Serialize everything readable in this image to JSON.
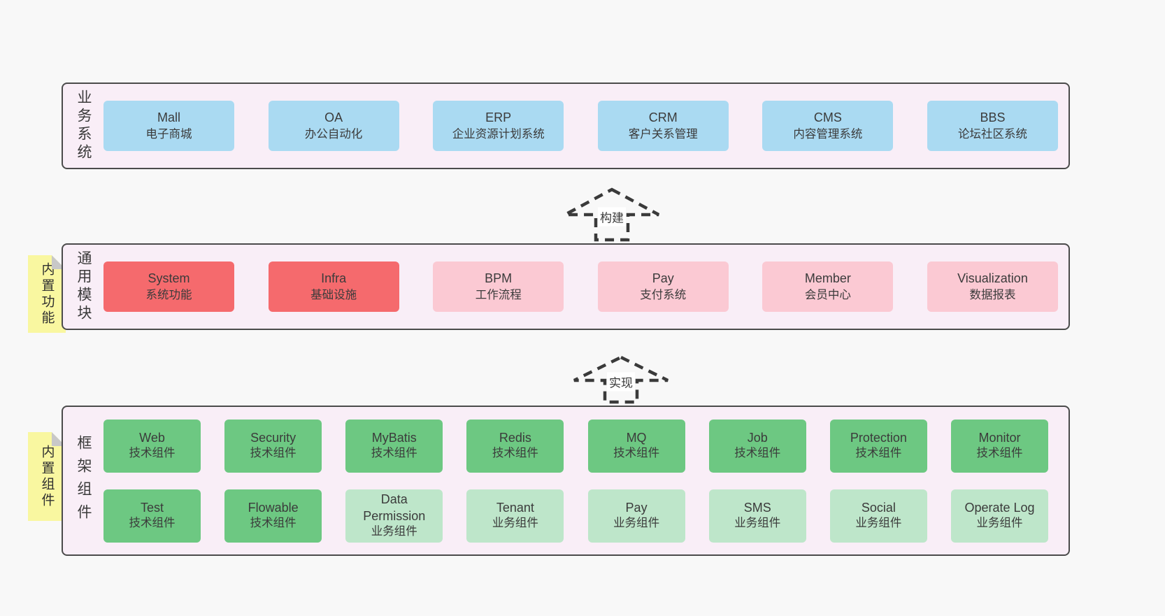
{
  "page": {
    "background": "#f8f8f8"
  },
  "colors": {
    "band_background": "#f9eef7",
    "band_border": "#4b4b4b",
    "blue_box": "#aadaf2",
    "red_box": "#f56a6d",
    "pink_box": "#fbc9d3",
    "green_box": "#6dc882",
    "light_green_box": "#bee6ca",
    "sticky_note": "#f9f7a0",
    "sticky_fold": "#c8c8c8",
    "text": "#3b3b3b"
  },
  "arrows": [
    {
      "label": "构建"
    },
    {
      "label": "实现"
    }
  ],
  "bands": [
    {
      "id": "business-systems",
      "label": "业务系统",
      "boxes": [
        {
          "name": "Mall",
          "desc": "电子商城"
        },
        {
          "name": "OA",
          "desc": "办公自动化"
        },
        {
          "name": "ERP",
          "desc": "企业资源计划系统"
        },
        {
          "name": "CRM",
          "desc": "客户关系管理"
        },
        {
          "name": "CMS",
          "desc": "内容管理系统"
        },
        {
          "name": "BBS",
          "desc": "论坛社区系统"
        }
      ]
    },
    {
      "id": "common-modules",
      "label": "通用模块",
      "tag": "内置功能",
      "boxes": [
        {
          "name": "System",
          "desc": "系统功能"
        },
        {
          "name": "Infra",
          "desc": "基础设施"
        },
        {
          "name": "BPM",
          "desc": "工作流程"
        },
        {
          "name": "Pay",
          "desc": "支付系统"
        },
        {
          "name": "Member",
          "desc": "会员中心"
        },
        {
          "name": "Visualization",
          "desc": "数据报表"
        }
      ]
    },
    {
      "id": "framework-components",
      "label": "框架组件",
      "tag": "内置组件",
      "rows": [
        [
          {
            "name": "Web",
            "desc": "技术组件"
          },
          {
            "name": "Security",
            "desc": "技术组件"
          },
          {
            "name": "MyBatis",
            "desc": "技术组件"
          },
          {
            "name": "Redis",
            "desc": "技术组件"
          },
          {
            "name": "MQ",
            "desc": "技术组件"
          },
          {
            "name": "Job",
            "desc": "技术组件"
          },
          {
            "name": "Protection",
            "desc": "技术组件"
          },
          {
            "name": "Monitor",
            "desc": "技术组件"
          }
        ],
        [
          {
            "name": "Test",
            "desc": "技术组件"
          },
          {
            "name": "Flowable",
            "desc": "技术组件"
          },
          {
            "name": "Data Permission",
            "desc": "业务组件"
          },
          {
            "name": "Tenant",
            "desc": "业务组件"
          },
          {
            "name": "Pay",
            "desc": "业务组件"
          },
          {
            "name": "SMS",
            "desc": "业务组件"
          },
          {
            "name": "Social",
            "desc": "业务组件"
          },
          {
            "name": "Operate Log",
            "desc": "业务组件"
          }
        ]
      ]
    }
  ]
}
